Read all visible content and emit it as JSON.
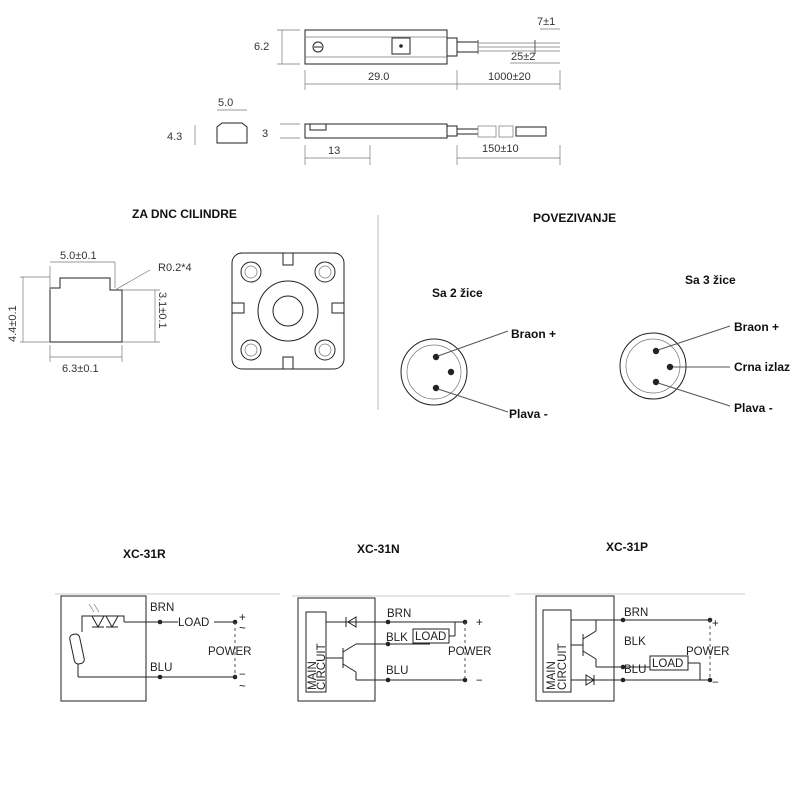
{
  "top_drawing": {
    "side_view": {
      "dim_height": "6.2",
      "dim_length": "29.0",
      "dim_cable": "1000±20",
      "dim_end1": "7±1",
      "dim_end2": "25±2"
    },
    "profile": {
      "dim_width": "5.0",
      "dim_height": "4.3"
    },
    "bottom_view": {
      "dim_height": "3",
      "dim_pos": "13",
      "dim_cable": "150±10"
    }
  },
  "dnc_section": {
    "title": "ZA DNC CILINDRE",
    "dims": {
      "top": "5.0±0.1",
      "radius": "R0.2*4",
      "left": "4.4±0.1",
      "right": "3.1±0.1",
      "bottom": "6.3±0.1"
    }
  },
  "connection_section": {
    "title": "POVEZIVANJE",
    "two_wire": {
      "title": "Sa 2 žice",
      "brown": "Braon  +",
      "blue": "Plava  -"
    },
    "three_wire": {
      "title": "Sa 3 žice",
      "brown": "Braon +",
      "black": "Crna izlaz",
      "blue": "Plava -"
    }
  },
  "circuits": [
    {
      "title": "XC-31R",
      "brn": "BRN",
      "blu": "BLU",
      "load": "LOAD",
      "power": "POWER",
      "plus": "+",
      "minus": "−",
      "tilde": "~"
    },
    {
      "title": "XC-31N",
      "brn": "BRN",
      "blk": "BLK",
      "blu": "BLU",
      "load": "LOAD",
      "power": "POWER",
      "plus": "+",
      "minus": "−",
      "main": "MAIN",
      "circuit": "CIRCUIT"
    },
    {
      "title": "XC-31P",
      "brn": "BRN",
      "blk": "BLK",
      "blu": "BLU",
      "load": "LOAD",
      "power": "POWER",
      "plus": "+",
      "minus": "−",
      "main": "MAIN",
      "circuit": "CIRCUIT"
    }
  ]
}
